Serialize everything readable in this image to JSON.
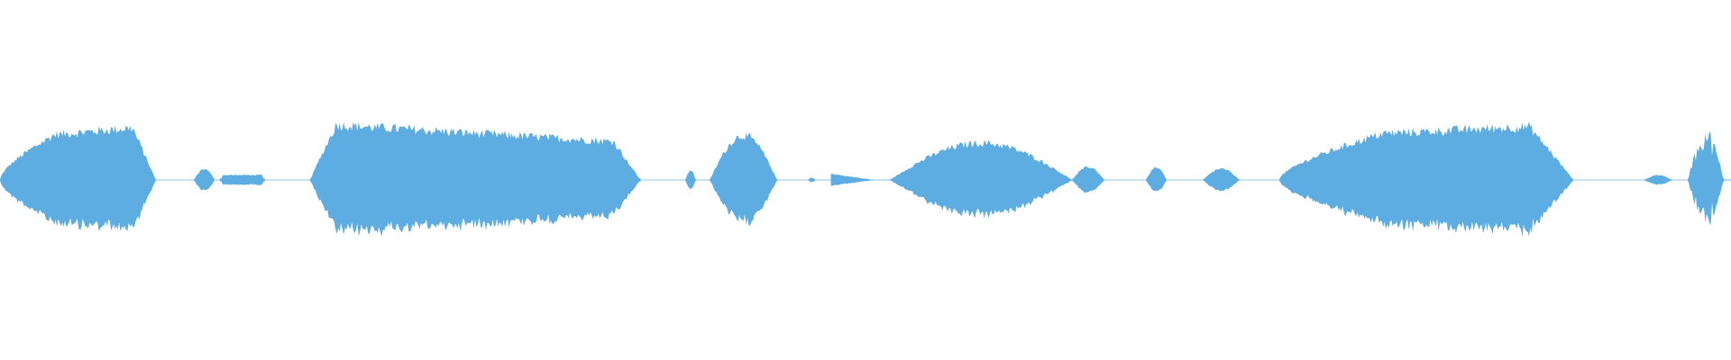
{
  "waveform": {
    "color": "#5dade2",
    "baseline_color": "#5dade2",
    "segments": [
      {
        "start": 0.0,
        "end": 0.09,
        "peak": 0.44,
        "shape": "rise-fall-right"
      },
      {
        "start": 0.112,
        "end": 0.124,
        "peak": 0.09,
        "shape": "blob"
      },
      {
        "start": 0.127,
        "end": 0.153,
        "peak": 0.04,
        "shape": "flat"
      },
      {
        "start": 0.179,
        "end": 0.37,
        "peak": 0.46,
        "shape": "long-taper"
      },
      {
        "start": 0.396,
        "end": 0.402,
        "peak": 0.08,
        "shape": "blob"
      },
      {
        "start": 0.41,
        "end": 0.449,
        "peak": 0.36,
        "shape": "blob"
      },
      {
        "start": 0.467,
        "end": 0.471,
        "peak": 0.02,
        "shape": "blob"
      },
      {
        "start": 0.48,
        "end": 0.505,
        "peak": 0.05,
        "shape": "decay"
      },
      {
        "start": 0.514,
        "end": 0.638,
        "peak": 0.3,
        "shape": "blob-tail"
      },
      {
        "start": 0.662,
        "end": 0.674,
        "peak": 0.1,
        "shape": "blob"
      },
      {
        "start": 0.695,
        "end": 0.716,
        "peak": 0.09,
        "shape": "blob"
      },
      {
        "start": 0.739,
        "end": 0.909,
        "peak": 0.45,
        "shape": "rise-fall-right"
      },
      {
        "start": 0.95,
        "end": 0.966,
        "peak": 0.04,
        "shape": "blob"
      },
      {
        "start": 0.975,
        "end": 1.0,
        "peak": 0.42,
        "shape": "spiky"
      }
    ]
  }
}
